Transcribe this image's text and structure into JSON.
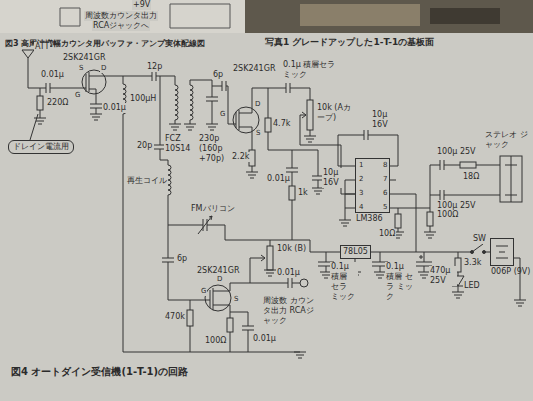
{
  "diagram": {
    "caption": "図4 オートダイン受信機(1-T-1)の回路",
    "nodes": [
      {
        "text": [
          "ドレイン電流用"
        ]
      },
      {
        "text": [
          "LM386"
        ]
      },
      {
        "text": [
          "78L05"
        ]
      },
      {
        "text": [
          "006P (9V)"
        ]
      }
    ],
    "labels": [
      "+9V",
      "周波数カウンタ出力",
      "RCAジャックへ",
      "写真1 グレードアップした1-T-1の基板面",
      "図3 高周波増幅カウンタ用バッファ・アンプ実体配線図",
      "ATT",
      "0.01μ",
      "220Ω",
      "2SK241GR",
      "S",
      "D",
      "G",
      "0.01μ",
      "12p",
      "100μH",
      "FCZ 10S14",
      "230p (160p +70p)",
      "6p",
      "20p",
      "再生コイル",
      "FMバリコン",
      "2SK241GR",
      "D",
      "G",
      "S",
      "0.1μ 積層セラミック",
      "4.7k",
      "10k (Aカーブ)",
      "2.2k",
      "0.01μ",
      "10μ 16V",
      "10μ 16V",
      "1k",
      "10k (B)",
      "1",
      "2",
      "3",
      "4",
      "8",
      "7",
      "6",
      "5",
      "100μ 25V",
      "18Ω",
      "ステレオ ジャック",
      "100μ 25V",
      "10Ω",
      "100Ω",
      "0.1μ 積層 セラ ミック",
      "0.1μ 積層 セラ ミック",
      "470μ 25V",
      "3.3k",
      "LED",
      "SW",
      "6p",
      "2SK241GR",
      "G",
      "D",
      "S",
      "470k",
      "100Ω",
      "0.01μ",
      "周波数 カウンタ出力 RCAジャック",
      "0.01μ"
    ]
  }
}
